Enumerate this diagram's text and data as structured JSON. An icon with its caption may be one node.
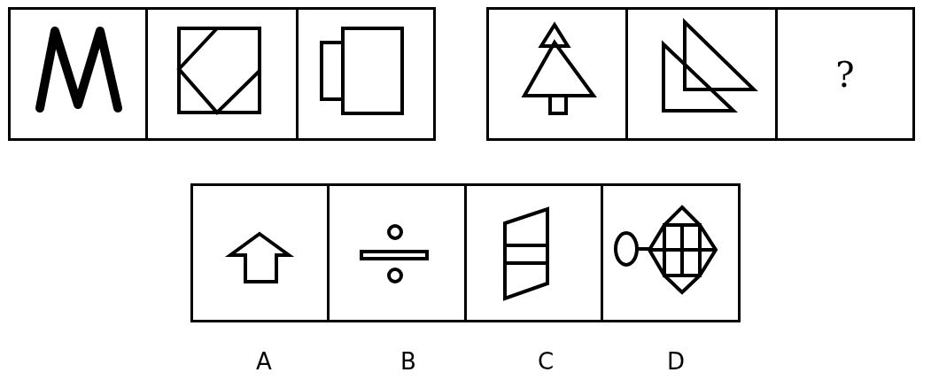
{
  "diagram": {
    "nodes": [
      {
        "text": [],
        "shape": "box"
      },
      {
        "text": [],
        "shape": "box"
      },
      {
        "text": [],
        "shape": "box"
      },
      {
        "text": [],
        "shape": "box"
      },
      {
        "text": [],
        "shape": "box"
      },
      {
        "text": [
          "?"
        ]
      },
      {
        "text": [],
        "shape": "box"
      },
      {
        "text": [],
        "shape": "box"
      },
      {
        "text": [],
        "shape": "box"
      },
      {
        "text": [],
        "shape": "box"
      }
    ],
    "edges": [],
    "labels": [
      "A",
      "B",
      "C",
      "D"
    ]
  }
}
